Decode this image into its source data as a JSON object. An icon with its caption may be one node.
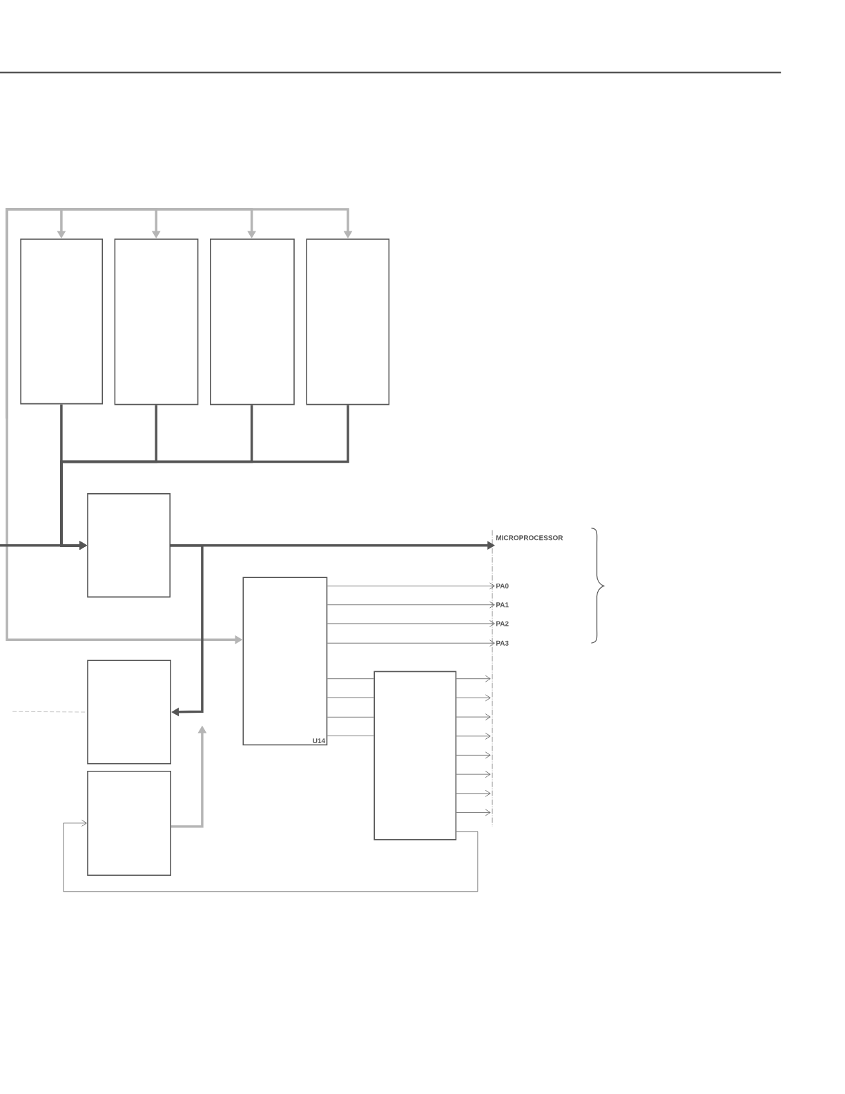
{
  "diagram": {
    "nodes": [
      {
        "text": [],
        "shape": "box"
      },
      {
        "text": [],
        "shape": "box"
      },
      {
        "text": [],
        "shape": "box"
      },
      {
        "text": [],
        "shape": "box"
      },
      {
        "text": [],
        "shape": "box"
      },
      {
        "text": [
          "U14"
        ]
      },
      {
        "text": [],
        "shape": "box"
      },
      {
        "text": [],
        "shape": "box"
      },
      {
        "text": [],
        "shape": "box"
      },
      {
        "text": [
          "MICROPROCESSOR"
        ]
      },
      {
        "text": [
          "PA0"
        ]
      },
      {
        "text": [
          "PA1"
        ]
      },
      {
        "text": [
          "PA2"
        ]
      },
      {
        "text": [
          "PA3"
        ]
      }
    ],
    "edges": [
      {
        "from": null,
        "to": 0,
        "arrow": "to",
        "style": "thick",
        "color": "#b5b5b5"
      },
      {
        "from": null,
        "to": 1,
        "arrow": "to",
        "style": "thick",
        "color": "#b5b5b5"
      },
      {
        "from": null,
        "to": 2,
        "arrow": "to",
        "style": "thick",
        "color": "#b5b5b5"
      },
      {
        "from": null,
        "to": 3,
        "arrow": "to",
        "style": "thick",
        "color": "#b5b5b5"
      },
      {
        "from": null,
        "to": 5,
        "arrow": "to",
        "style": "thick",
        "color": "#b5b5b5"
      },
      {
        "from": null,
        "to": 4,
        "arrow": "to",
        "style": "thick"
      },
      {
        "from": 0,
        "to": 4,
        "arrow": "to",
        "style": "thick"
      },
      {
        "from": 1,
        "to": 4,
        "arrow": "to",
        "style": "thick"
      },
      {
        "from": 2,
        "to": 4,
        "arrow": "to",
        "style": "thick"
      },
      {
        "from": 3,
        "to": 4,
        "arrow": "to",
        "style": "thick"
      },
      {
        "from": 4,
        "to": 9,
        "arrow": "to",
        "style": "thick"
      },
      {
        "from": 4,
        "to": 6,
        "arrow": "to",
        "style": "thick"
      },
      {
        "from": 5,
        "to": 10,
        "arrow": "to"
      },
      {
        "from": 5,
        "to": 11,
        "arrow": "to"
      },
      {
        "from": 5,
        "to": 12,
        "arrow": "to"
      },
      {
        "from": 5,
        "to": 13,
        "arrow": "to"
      },
      {
        "from": 5,
        "to": 8,
        "arrow": "none"
      },
      {
        "from": 5,
        "to": 8,
        "arrow": "none"
      },
      {
        "from": 5,
        "to": 8,
        "arrow": "none"
      },
      {
        "from": 5,
        "to": 8,
        "arrow": "none"
      },
      {
        "from": 8,
        "to": null,
        "arrow": "to"
      },
      {
        "from": 8,
        "to": null,
        "arrow": "to"
      },
      {
        "from": 8,
        "to": null,
        "arrow": "to"
      },
      {
        "from": 8,
        "to": null,
        "arrow": "to"
      },
      {
        "from": 8,
        "to": null,
        "arrow": "to"
      },
      {
        "from": 8,
        "to": null,
        "arrow": "to"
      },
      {
        "from": 8,
        "to": null,
        "arrow": "to"
      },
      {
        "from": 8,
        "to": null,
        "arrow": "to"
      },
      {
        "from": 8,
        "to": 7,
        "arrow": "to"
      },
      {
        "from": 7,
        "to": null,
        "arrow": "to",
        "style": "thick",
        "color": "#b5b5b5"
      },
      {
        "from": null,
        "to": 6,
        "arrow": "none",
        "style": "dashed",
        "color": "#b5b5b5"
      }
    ]
  }
}
